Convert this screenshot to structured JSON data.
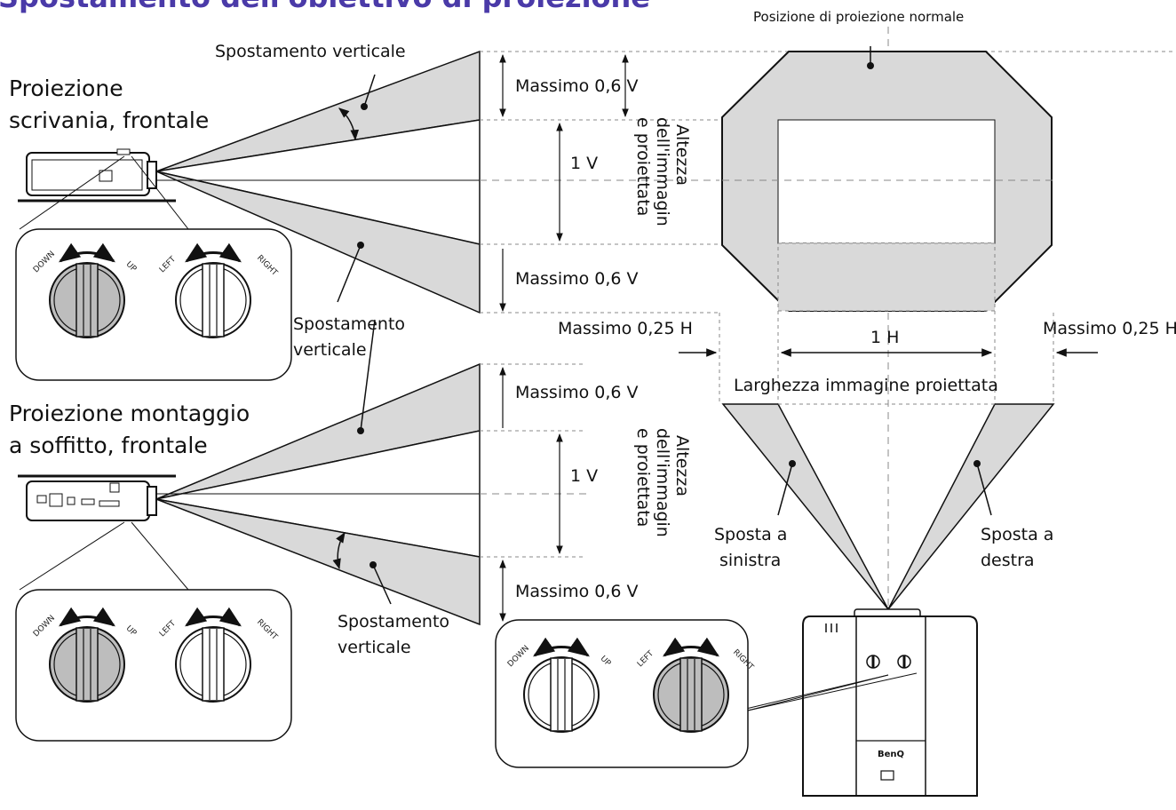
{
  "colors": {
    "wedge": "#d9d9d9",
    "header": "#4a3aa8"
  },
  "header": {
    "text": "Spostamento dell'obiettivo di proiezione"
  },
  "top_right": {
    "label": "Posizione di proiezione normale"
  },
  "section_desk": {
    "title_line1": "Proiezione",
    "title_line2": "scrivania, frontale",
    "vshift_label": "Spostamento verticale",
    "vshift2_line1": "Spostamento",
    "vshift2_line2": "verticale"
  },
  "section_ceiling": {
    "title_line1": "Proiezione montaggio",
    "title_line2": "a soffitto, frontale",
    "vshift_line1": "Spostamento",
    "vshift_line2": "verticale"
  },
  "dimensions": {
    "max_v": "Massimo 0,6 V",
    "one_v": "1 V",
    "height_line1": "Altezza",
    "height_line2": "dell'immagin",
    "height_line3": "e proiettata",
    "max_h": "Massimo 0,25 H",
    "one_h": "1 H",
    "width_label": "Larghezza immagine proiettata"
  },
  "horizontal": {
    "left_line1": "Sposta a",
    "left_line2": "sinistra",
    "right_line1": "Sposta a",
    "right_line2": "destra"
  },
  "knobs": {
    "down": "DOWN",
    "up": "UP",
    "left": "LEFT",
    "right": "RIGHT"
  },
  "brand": {
    "logo": "BenQ"
  }
}
